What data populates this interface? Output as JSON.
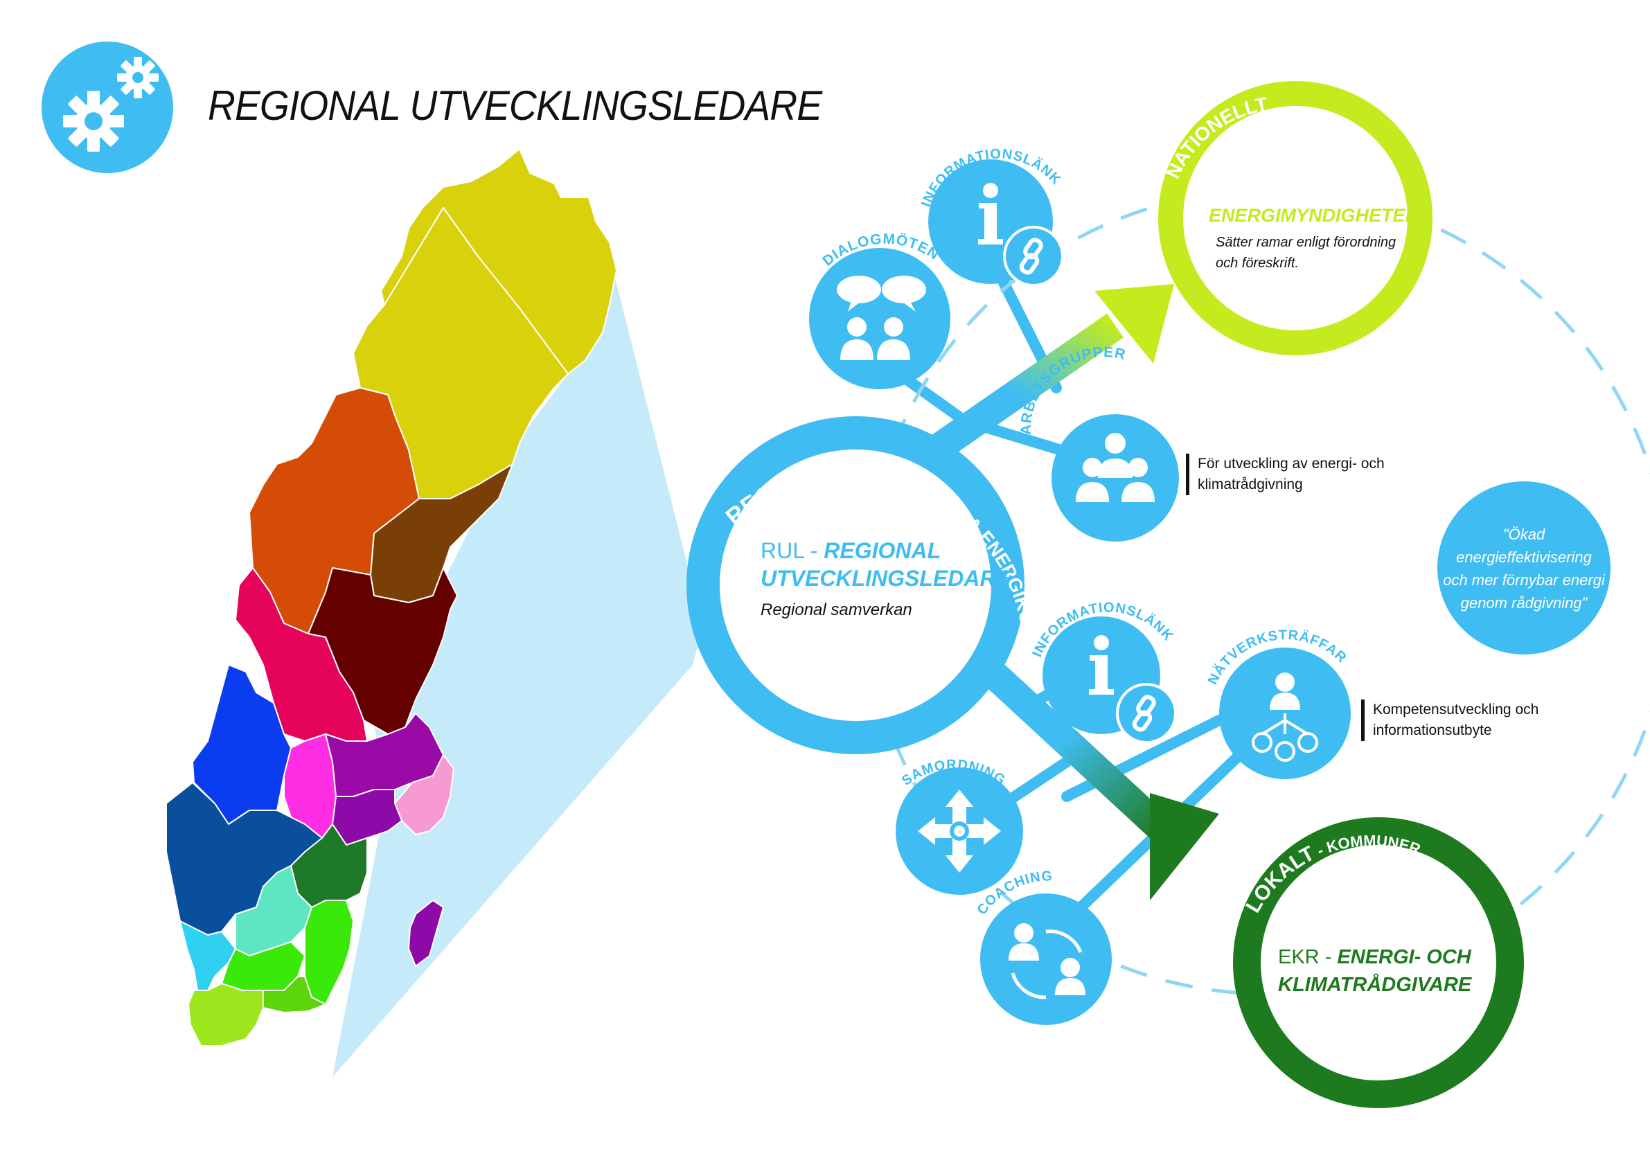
{
  "title": "REGIONAL UTVECKLINGSLEDARE",
  "icons": {
    "header": "gears-icon",
    "dialog": "speech-bubbles-people-icon",
    "info": "info-link-icon",
    "workgroups": "group-people-icon",
    "network": "network-person-icon",
    "coordination": "four-way-arrows-icon",
    "coaching": "coaching-cycle-icon"
  },
  "colors": {
    "blue": "#3fbdf2",
    "lime": "#c3eb1e",
    "green": "#1e7a1e",
    "light_blue_fill": "#c5ebfa"
  },
  "map": {
    "regions": [
      {
        "name": "norrbotten",
        "color": "#d9d10c"
      },
      {
        "name": "vasterbotten",
        "color": "#d9d10c"
      },
      {
        "name": "jamtland",
        "color": "#d44c06"
      },
      {
        "name": "vasternorrland",
        "color": "#7a3f06"
      },
      {
        "name": "gavleborg",
        "color": "#640000"
      },
      {
        "name": "dalarna",
        "color": "#e5035c"
      },
      {
        "name": "varmland",
        "color": "#0a3cf0"
      },
      {
        "name": "orebro",
        "color": "#ff2ee5"
      },
      {
        "name": "vastmanland-uppsala",
        "color": "#9a0aa6"
      },
      {
        "name": "stockholm",
        "color": "#f79ad3"
      },
      {
        "name": "sodermanland",
        "color": "#8e0aa8"
      },
      {
        "name": "vastra-gotaland",
        "color": "#0a4f9e"
      },
      {
        "name": "ostergotland",
        "color": "#1e7a28"
      },
      {
        "name": "jonkoping",
        "color": "#5de6c1"
      },
      {
        "name": "halland",
        "color": "#2fd0f0"
      },
      {
        "name": "kronoberg",
        "color": "#3ae80a"
      },
      {
        "name": "kalmar",
        "color": "#3ae80a"
      },
      {
        "name": "blekinge",
        "color": "#5cd60a"
      },
      {
        "name": "skane",
        "color": "#9de61e"
      },
      {
        "name": "gotland",
        "color": "#8e0aa8"
      }
    ]
  },
  "diagram": {
    "regional": {
      "arc_label_main": "REGIONALT",
      "arc_label_sub": " - REGIONALA ENERGIKONTOR",
      "name_prefix": "RUL - ",
      "name_line1": "REGIONAL",
      "name_line2": "UTVECKLINGSLEDARE",
      "subtitle": "Regional samverkan"
    },
    "national": {
      "arc_label": "NATIONELLT",
      "name": "ENERGIMYNDIGHETEN",
      "desc_line1": "Sätter ramar enligt förordning",
      "desc_line2": "och föreskrift."
    },
    "local": {
      "arc_label_main": "LOKALT",
      "arc_label_sub": " - KOMMUNER",
      "name_prefix": "EKR - ",
      "name_line1": "ENERGI- OCH",
      "name_line2": "KLIMATRÅDGIVARE"
    },
    "quote": {
      "line1": "\"Ökad energieffektivisering",
      "line2": "och mer förnybar energi",
      "line3": "genom rådgivning\""
    },
    "nodes": {
      "dialog": "DIALOGMÖTEN",
      "info_top": "INFORMATIONSLÄNK",
      "workgroups": "ARBETSGRUPPER",
      "info_bottom": "INFORMATIONSLÄNK",
      "network": "NÄTVERKSTRÄFFAR",
      "coordination": "SAMORDNING",
      "coaching": "COACHING"
    },
    "notes": {
      "workgroups_line1": "För utveckling av energi- och",
      "workgroups_line2": "klimatrådgivning",
      "network_line1": "Kompetensutveckling och",
      "network_line2": "informationsutbyte"
    }
  }
}
